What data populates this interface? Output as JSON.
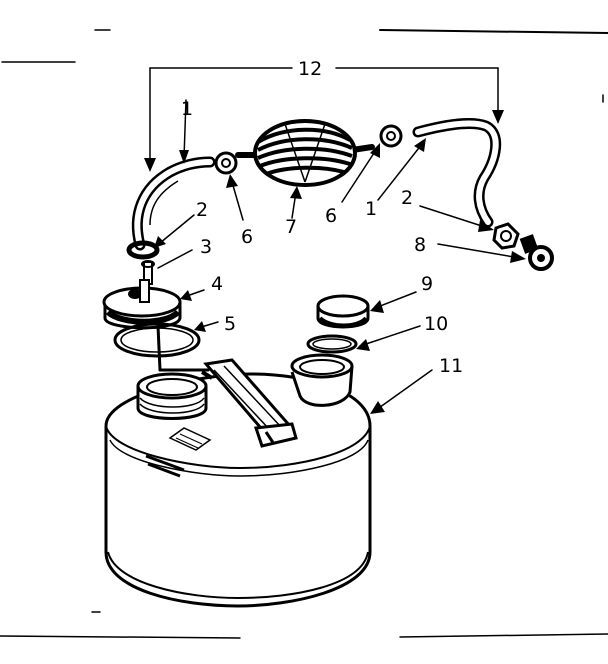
{
  "diagram": {
    "callouts": {
      "hose_left": "1",
      "hose_right": "1",
      "fitting_left": "2",
      "fitting_right": "2",
      "stem": "3",
      "cap": "4",
      "gasket": "5",
      "washer_left": "6",
      "washer_right": "6",
      "bulb": "7",
      "nozzle": "8",
      "spout_cap": "9",
      "spout_gasket": "10",
      "can": "11",
      "siphon_assembly": "12"
    }
  }
}
